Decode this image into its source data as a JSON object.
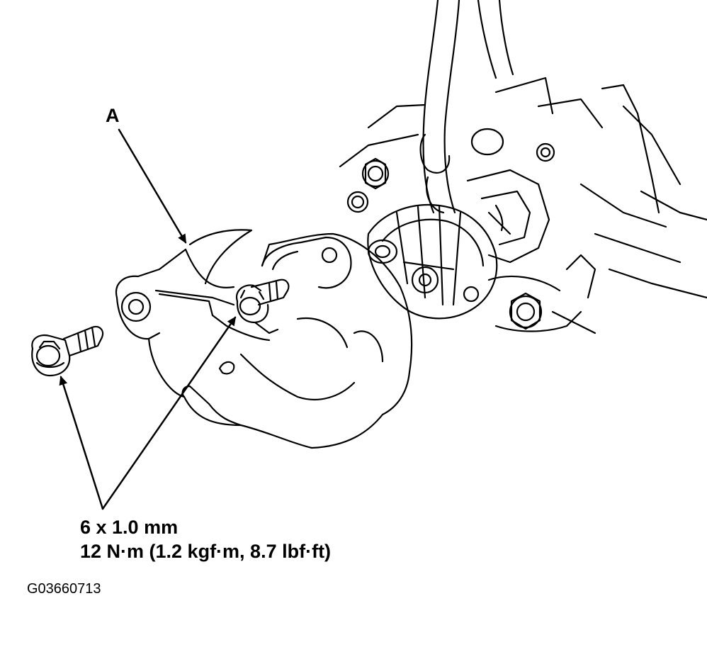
{
  "callout": {
    "label": "A"
  },
  "fastener_spec": {
    "size": "6 x 1.0 mm",
    "torque": "12 N·m (1.2 kgf·m, 8.7 lbf·ft)"
  },
  "figure_code": "G03660713",
  "colors": {
    "line": "#000000",
    "background": "#ffffff"
  }
}
